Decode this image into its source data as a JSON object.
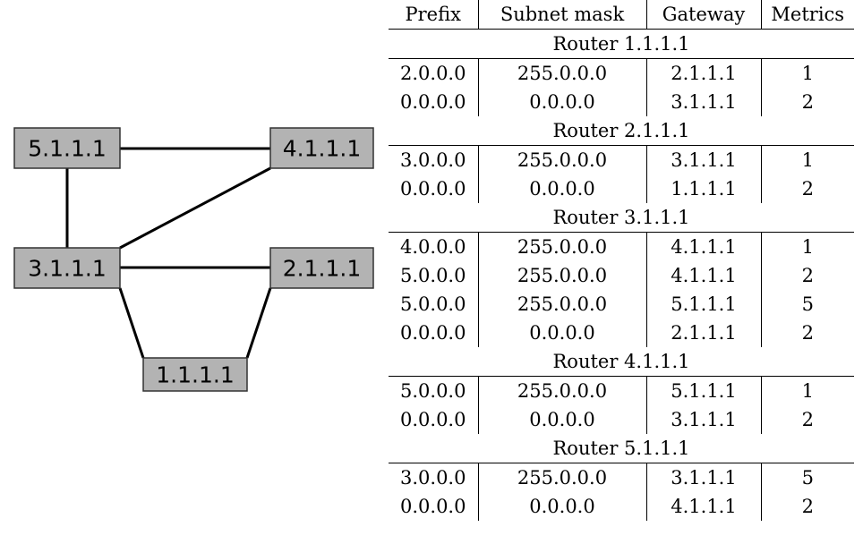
{
  "diagram": {
    "nodes": [
      {
        "id": "n5",
        "label": "5.1.1.1"
      },
      {
        "id": "n4",
        "label": "4.1.1.1"
      },
      {
        "id": "n3",
        "label": "3.1.1.1"
      },
      {
        "id": "n2",
        "label": "2.1.1.1"
      },
      {
        "id": "n1",
        "label": "1.1.1.1"
      }
    ],
    "edges": [
      {
        "from": "n5",
        "to": "n4"
      },
      {
        "from": "n5",
        "to": "n3"
      },
      {
        "from": "n3",
        "to": "n4"
      },
      {
        "from": "n3",
        "to": "n2"
      },
      {
        "from": "n3",
        "to": "n1"
      },
      {
        "from": "n2",
        "to": "n1"
      }
    ],
    "node_fill": "#b3b3b3",
    "node_stroke": "#333333"
  },
  "table": {
    "headers": [
      "Prefix",
      "Subnet mask",
      "Gateway",
      "Metrics"
    ],
    "groups": [
      {
        "title": "Router 1.1.1.1",
        "rows": [
          [
            "2.0.0.0",
            "255.0.0.0",
            "2.1.1.1",
            "1"
          ],
          [
            "0.0.0.0",
            "0.0.0.0",
            "3.1.1.1",
            "2"
          ]
        ]
      },
      {
        "title": "Router 2.1.1.1",
        "rows": [
          [
            "3.0.0.0",
            "255.0.0.0",
            "3.1.1.1",
            "1"
          ],
          [
            "0.0.0.0",
            "0.0.0.0",
            "1.1.1.1",
            "2"
          ]
        ]
      },
      {
        "title": "Router 3.1.1.1",
        "rows": [
          [
            "4.0.0.0",
            "255.0.0.0",
            "4.1.1.1",
            "1"
          ],
          [
            "5.0.0.0",
            "255.0.0.0",
            "4.1.1.1",
            "2"
          ],
          [
            "5.0.0.0",
            "255.0.0.0",
            "5.1.1.1",
            "5"
          ],
          [
            "0.0.0.0",
            "0.0.0.0",
            "2.1.1.1",
            "2"
          ]
        ]
      },
      {
        "title": "Router 4.1.1.1",
        "rows": [
          [
            "5.0.0.0",
            "255.0.0.0",
            "5.1.1.1",
            "1"
          ],
          [
            "0.0.0.0",
            "0.0.0.0",
            "3.1.1.1",
            "2"
          ]
        ]
      },
      {
        "title": "Router 5.1.1.1",
        "rows": [
          [
            "3.0.0.0",
            "255.0.0.0",
            "3.1.1.1",
            "5"
          ],
          [
            "0.0.0.0",
            "0.0.0.0",
            "4.1.1.1",
            "2"
          ]
        ]
      }
    ]
  }
}
